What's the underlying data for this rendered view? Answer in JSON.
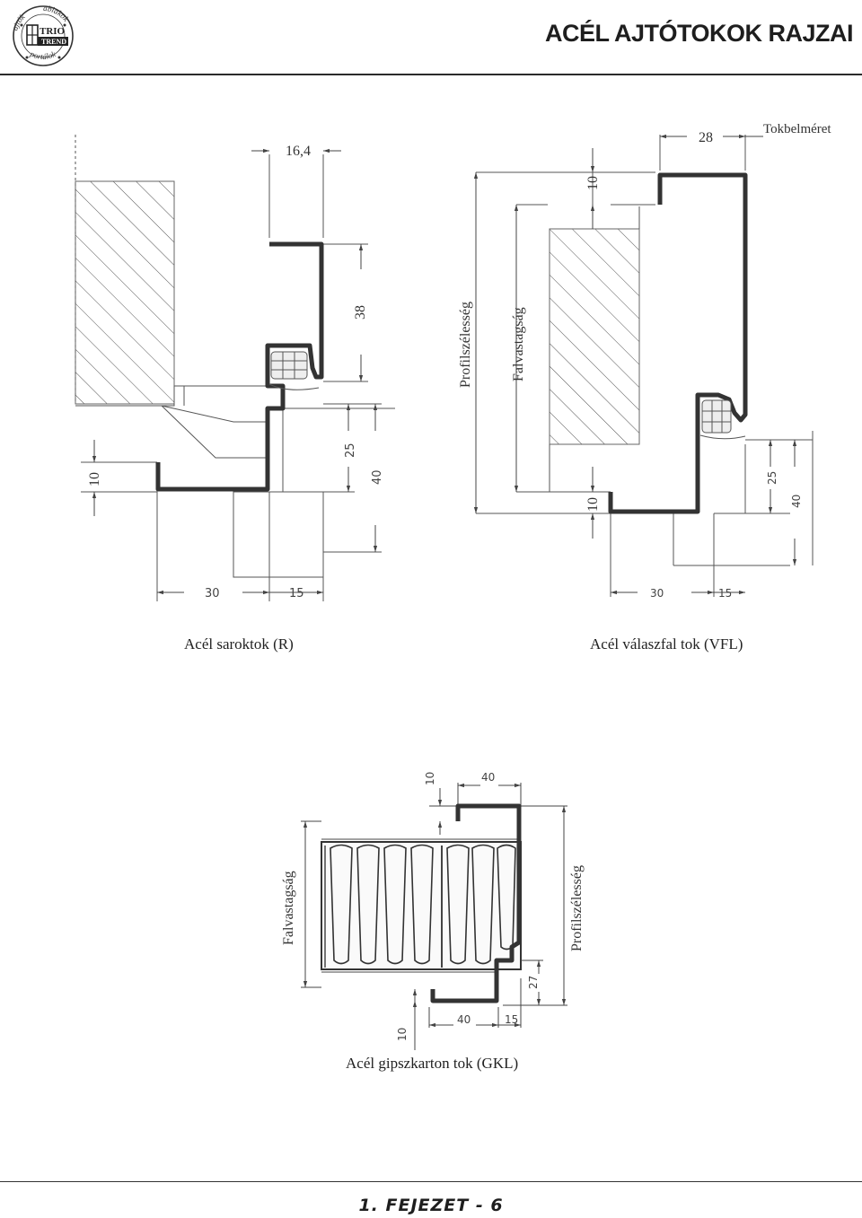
{
  "header": {
    "title": "ACÉL AJTÓTOKOK RAJZAI",
    "logo": {
      "brand_line1": "TRIO",
      "brand_line2": "TREND",
      "ring_left": "ajtók",
      "ring_top": "ablakok",
      "ring_bottom": "portálok"
    }
  },
  "drawing_r": {
    "caption": "Acél saroktok (R)",
    "dims": {
      "top": "16,4",
      "height_38": "38",
      "left_10": "10",
      "d25": "25",
      "d40": "40",
      "b30": "30",
      "b15": "15"
    }
  },
  "drawing_vfl": {
    "caption": "Acél válaszfal tok (VFL)",
    "labels": {
      "tokbelmeret": "Tokbelméret",
      "profilszelesseg": "Profilszélesség",
      "falvastagsag": "Falvastagság"
    },
    "dims": {
      "d28": "28",
      "top_10": "10",
      "bottom_10": "10",
      "d25": "25",
      "d40": "40",
      "b30": "30",
      "b15": "15"
    }
  },
  "drawing_gkl": {
    "caption": "Acél gipszkarton tok (GKL)",
    "labels": {
      "falvastagsag": "Falvastagság",
      "profilszelesseg": "Profilszélesség"
    },
    "dims": {
      "top_10": "10",
      "top_40": "40",
      "d27": "27",
      "bottom_10": "10",
      "b40": "40",
      "b15": "15"
    }
  },
  "footer": {
    "text": "1. FEJEZET - 6"
  }
}
